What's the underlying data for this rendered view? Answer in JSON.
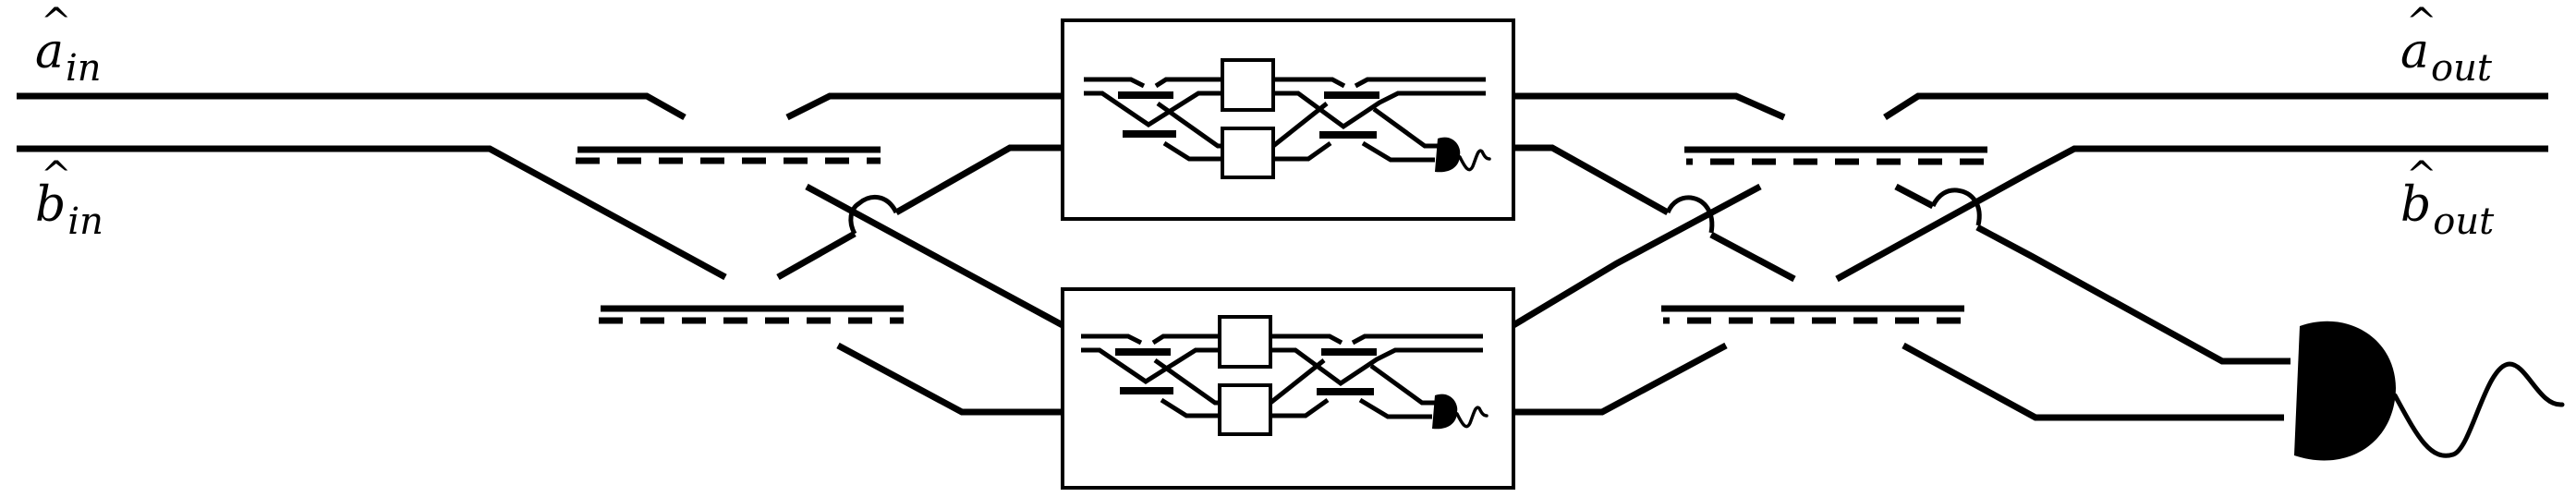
{
  "labels": {
    "a_in": {
      "main": "a",
      "hat": "^",
      "sub": "in"
    },
    "b_in": {
      "main": "b",
      "hat": "^",
      "sub": "in"
    },
    "a_out": {
      "main": "a",
      "hat": "^",
      "sub": "out"
    },
    "b_out": {
      "main": "b",
      "hat": "^",
      "sub": "out"
    }
  },
  "components": {
    "beamsplitters": [
      "upper-left-beamsplitter",
      "lower-left-beamsplitter",
      "upper-right-beamsplitter",
      "lower-right-beamsplitter"
    ],
    "modules": [
      "top-module",
      "bottom-module"
    ],
    "detector": "photodetector"
  },
  "colors": {
    "stroke": "#000000",
    "background": "#ffffff"
  }
}
